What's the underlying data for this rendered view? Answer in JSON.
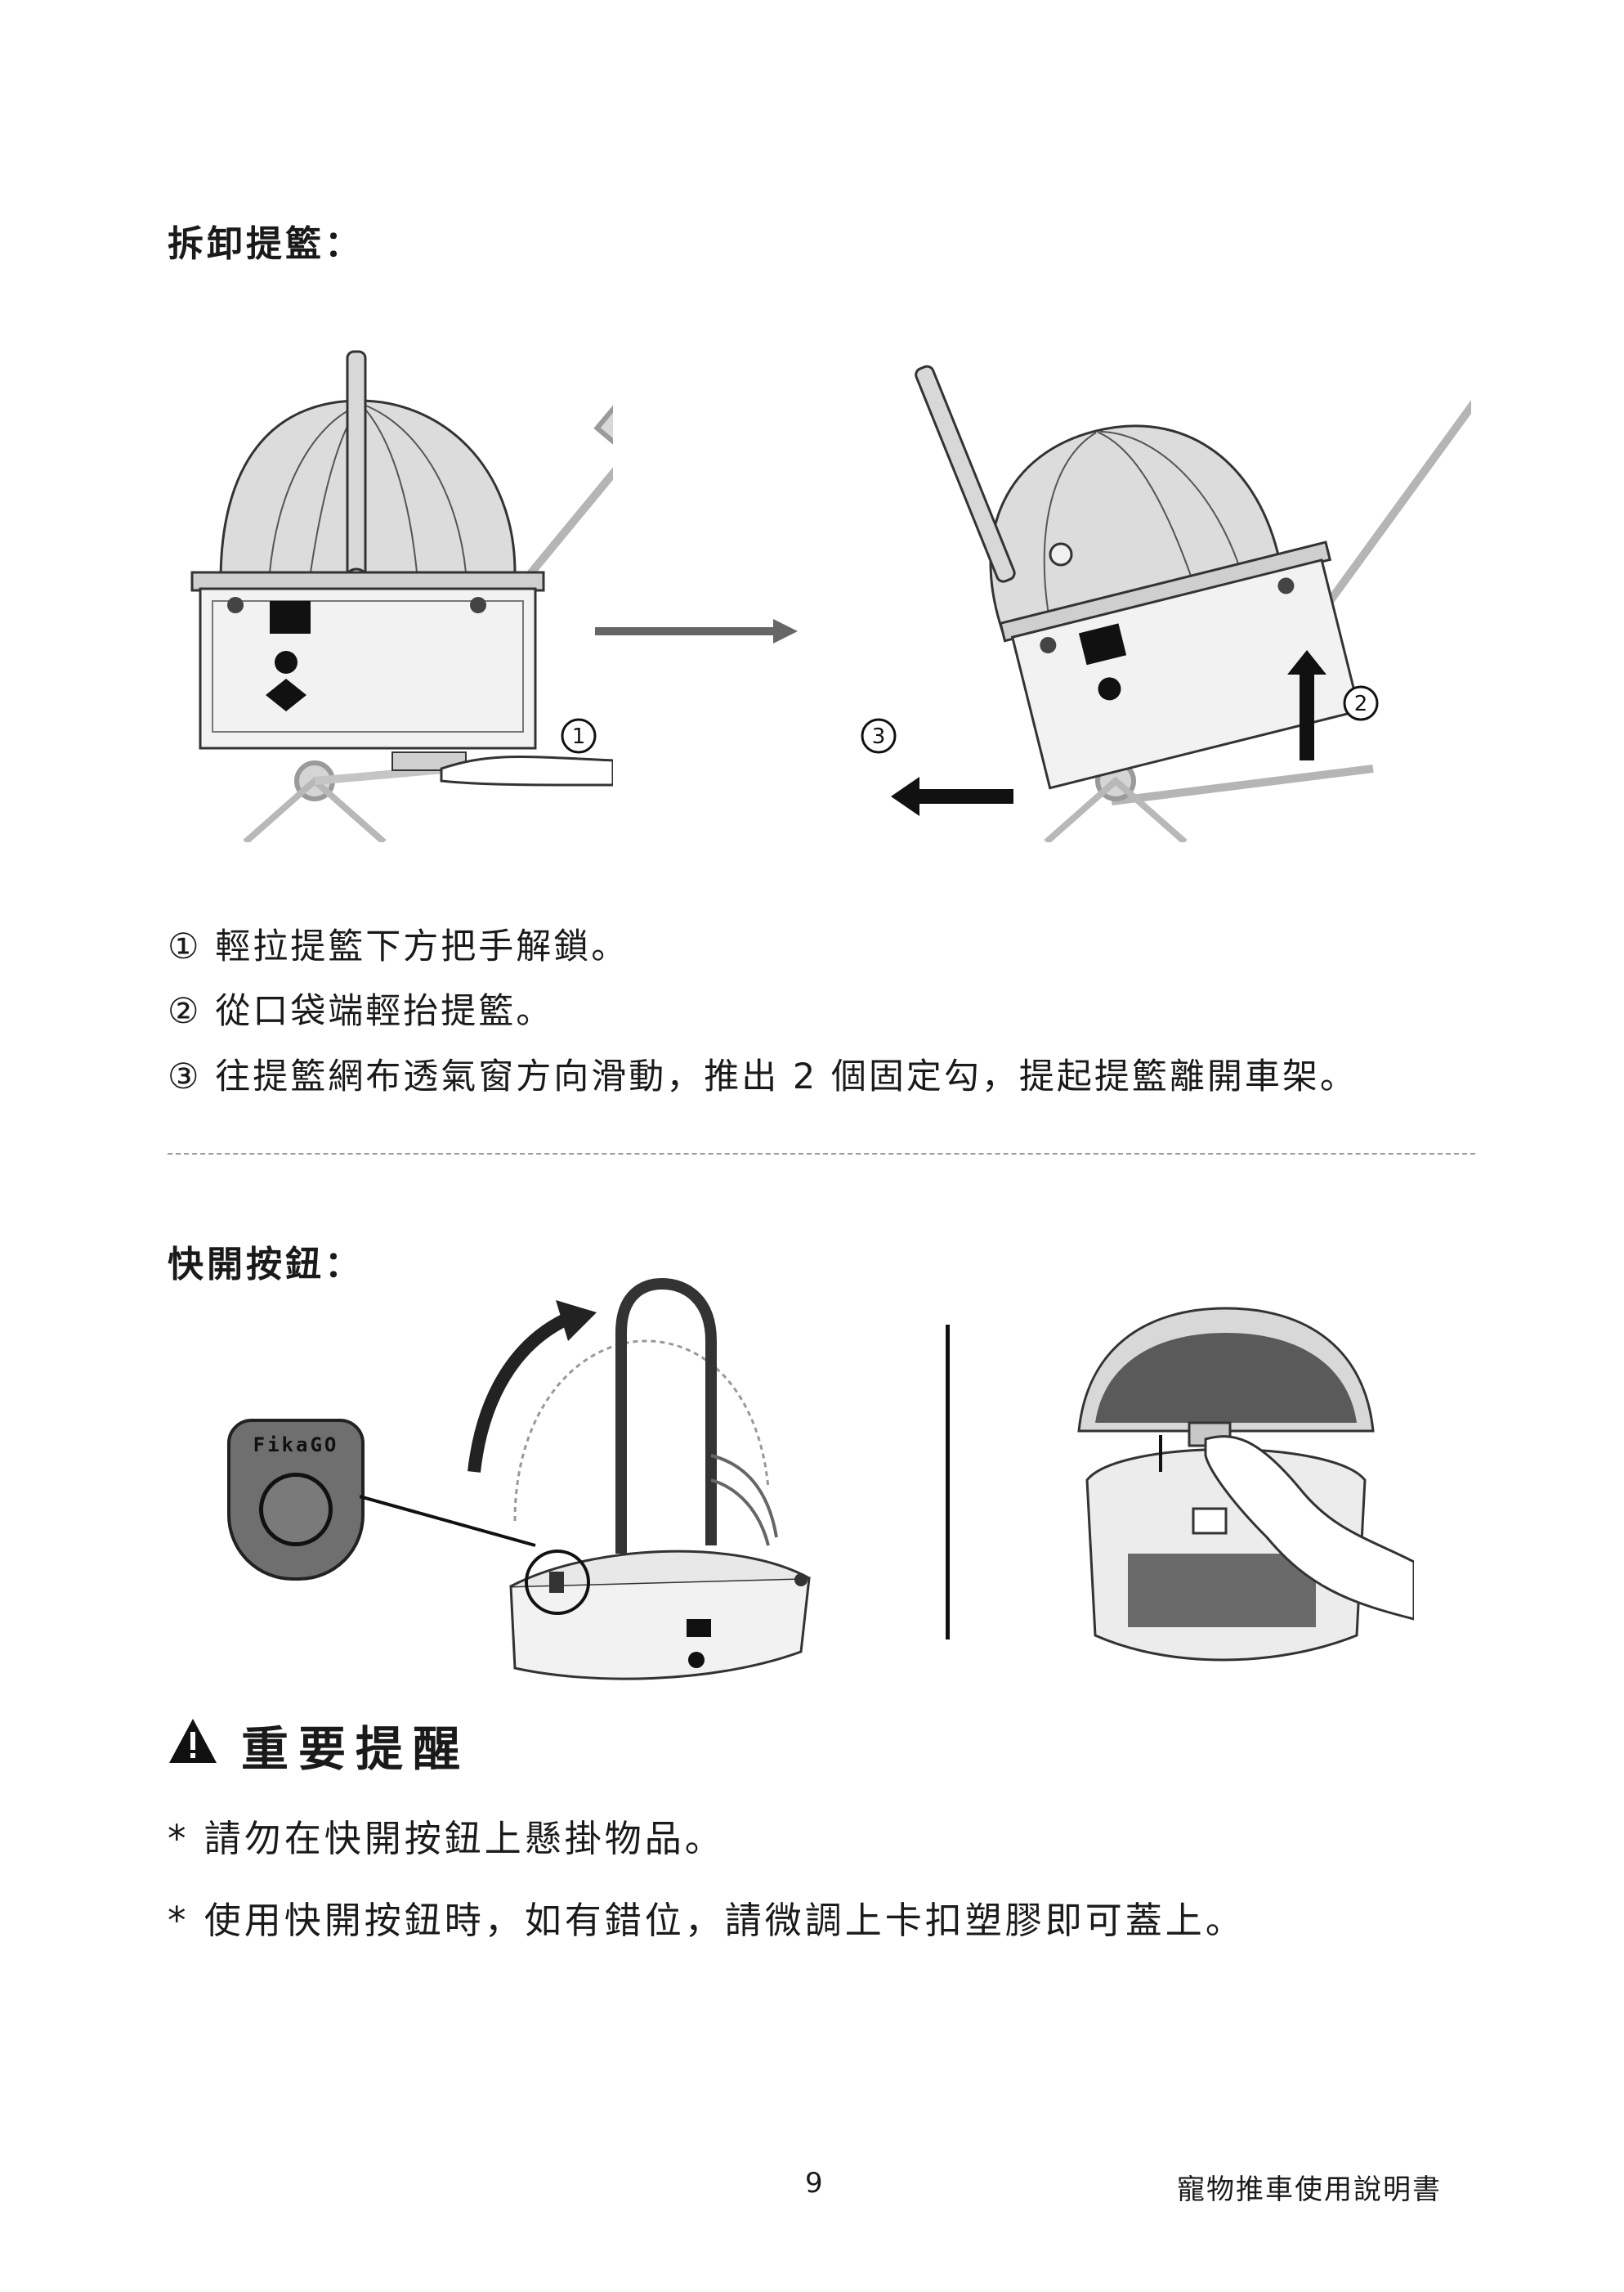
{
  "section_remove": {
    "title": "拆卸提籃：",
    "figure_markers": [
      "①",
      "②",
      "③"
    ],
    "steps": [
      "① 輕拉提籃下方把手解鎖。",
      "② 從口袋端輕抬提籃。",
      "③ 往提籃網布透氣窗方向滑動，推出 2 個固定勾，提起提籃離開車架。"
    ]
  },
  "section_quick": {
    "title": "快開按鈕：",
    "brand_label": "FikaGO"
  },
  "warning": {
    "title": "重要提醒",
    "notes": [
      "* 請勿在快開按鈕上懸掛物品。",
      "* 使用快開按鈕時，如有錯位，請微調上卡扣塑膠即可蓋上。"
    ]
  },
  "footer": {
    "page_number": "9",
    "doc_title": "寵物推車使用說明書"
  }
}
